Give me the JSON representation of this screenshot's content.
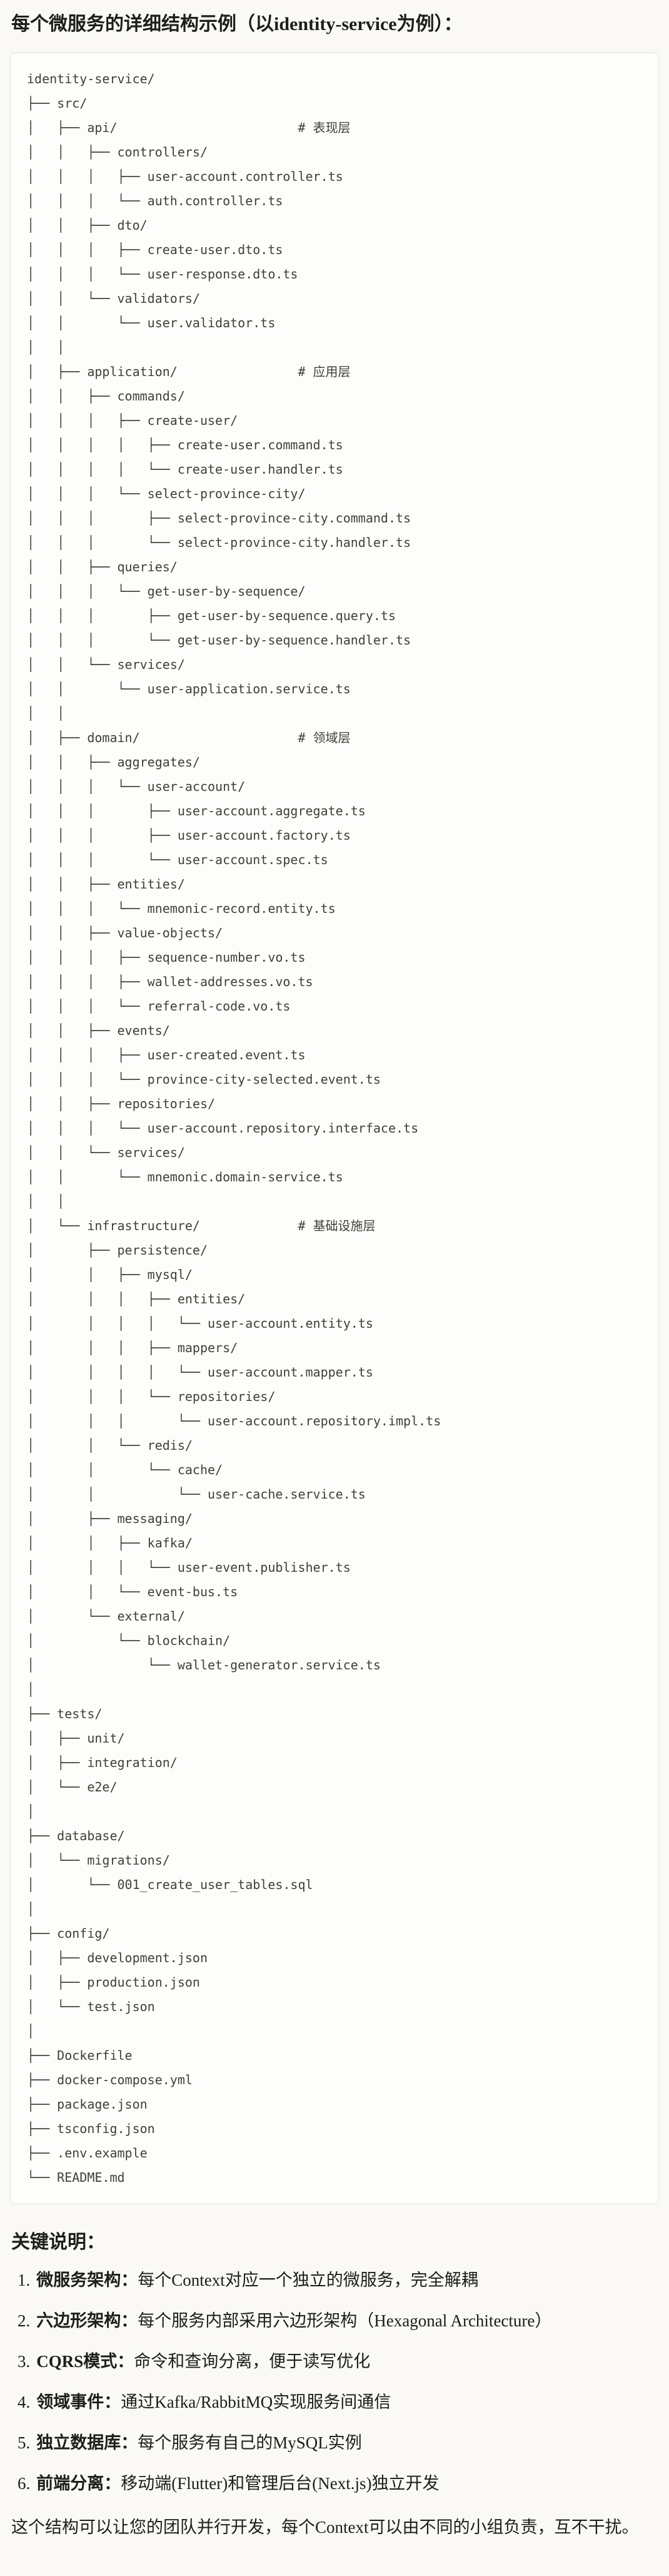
{
  "page": {
    "title": {
      "prefix": "每个微服务的详细结构示例（以",
      "code": "identity-service",
      "suffix": "为例）："
    }
  },
  "colors": {
    "page_background": "#FAF9F5",
    "code_background": "#FDFDFB",
    "code_border": "#E4E2D9",
    "text": "#1D1D1A",
    "code_text": "#3F3F39"
  },
  "tree": {
    "lines": [
      "identity-service/",
      "├── src/",
      "│   ├── api/                        # 表现层",
      "│   │   ├── controllers/",
      "│   │   │   ├── user-account.controller.ts",
      "│   │   │   └── auth.controller.ts",
      "│   │   ├── dto/",
      "│   │   │   ├── create-user.dto.ts",
      "│   │   │   └── user-response.dto.ts",
      "│   │   └── validators/",
      "│   │       └── user.validator.ts",
      "│   │",
      "│   ├── application/                # 应用层",
      "│   │   ├── commands/",
      "│   │   │   ├── create-user/",
      "│   │   │   │   ├── create-user.command.ts",
      "│   │   │   │   └── create-user.handler.ts",
      "│   │   │   └── select-province-city/",
      "│   │   │       ├── select-province-city.command.ts",
      "│   │   │       └── select-province-city.handler.ts",
      "│   │   ├── queries/",
      "│   │   │   └── get-user-by-sequence/",
      "│   │   │       ├── get-user-by-sequence.query.ts",
      "│   │   │       └── get-user-by-sequence.handler.ts",
      "│   │   └── services/",
      "│   │       └── user-application.service.ts",
      "│   │",
      "│   ├── domain/                     # 领域层",
      "│   │   ├── aggregates/",
      "│   │   │   └── user-account/",
      "│   │   │       ├── user-account.aggregate.ts",
      "│   │   │       ├── user-account.factory.ts",
      "│   │   │       └── user-account.spec.ts",
      "│   │   ├── entities/",
      "│   │   │   └── mnemonic-record.entity.ts",
      "│   │   ├── value-objects/",
      "│   │   │   ├── sequence-number.vo.ts",
      "│   │   │   ├── wallet-addresses.vo.ts",
      "│   │   │   └── referral-code.vo.ts",
      "│   │   ├── events/",
      "│   │   │   ├── user-created.event.ts",
      "│   │   │   └── province-city-selected.event.ts",
      "│   │   ├── repositories/",
      "│   │   │   └── user-account.repository.interface.ts",
      "│   │   └── services/",
      "│   │       └── mnemonic.domain-service.ts",
      "│   │",
      "│   └── infrastructure/             # 基础设施层",
      "│       ├── persistence/",
      "│       │   ├── mysql/",
      "│       │   │   ├── entities/",
      "│       │   │   │   └── user-account.entity.ts",
      "│       │   │   ├── mappers/",
      "│       │   │   │   └── user-account.mapper.ts",
      "│       │   │   └── repositories/",
      "│       │   │       └── user-account.repository.impl.ts",
      "│       │   └── redis/",
      "│       │       └── cache/",
      "│       │           └── user-cache.service.ts",
      "│       ├── messaging/",
      "│       │   ├── kafka/",
      "│       │   │   └── user-event.publisher.ts",
      "│       │   └── event-bus.ts",
      "│       └── external/",
      "│           └── blockchain/",
      "│               └── wallet-generator.service.ts",
      "│",
      "├── tests/",
      "│   ├── unit/",
      "│   ├── integration/",
      "│   └── e2e/",
      "│",
      "├── database/",
      "│   └── migrations/",
      "│       └── 001_create_user_tables.sql",
      "│",
      "├── config/",
      "│   ├── development.json",
      "│   ├── production.json",
      "│   └── test.json",
      "│",
      "├── Dockerfile",
      "├── docker-compose.yml",
      "├── package.json",
      "├── tsconfig.json",
      "├── .env.example",
      "└── README.md"
    ]
  },
  "notes": {
    "heading": "关键说明：",
    "items": [
      {
        "num": "1.",
        "term": "微服务架构：",
        "text": "每个Context对应一个独立的微服务，完全解耦"
      },
      {
        "num": "2.",
        "term": "六边形架构：",
        "text": "每个服务内部采用六边形架构（Hexagonal Architecture）"
      },
      {
        "num": "3.",
        "term": "CQRS模式：",
        "text": "命令和查询分离，便于读写优化"
      },
      {
        "num": "4.",
        "term": "领域事件：",
        "text": "通过Kafka/RabbitMQ实现服务间通信"
      },
      {
        "num": "5.",
        "term": "独立数据库：",
        "text": "每个服务有自己的MySQL实例"
      },
      {
        "num": "6.",
        "term": "前端分离：",
        "text": "移动端(Flutter)和管理后台(Next.js)独立开发"
      }
    ],
    "footer": "这个结构可以让您的团队并行开发，每个Context可以由不同的小组负责，互不干扰。"
  }
}
